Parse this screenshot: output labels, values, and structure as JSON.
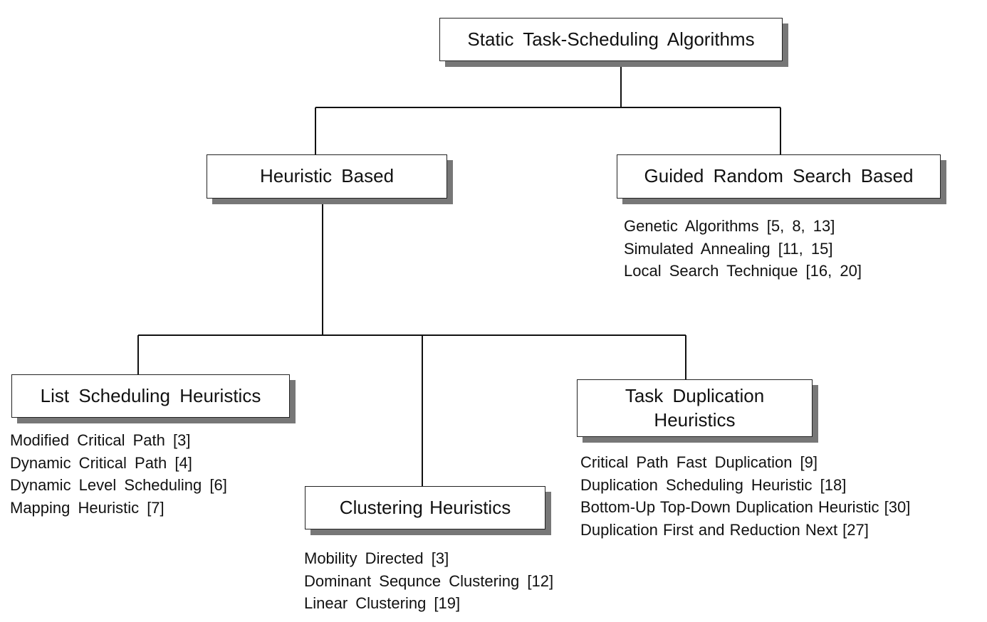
{
  "root": "Static Task-Scheduling Algorithms",
  "heuristic": {
    "label": "Heuristic Based",
    "children": {
      "list_scheduling": {
        "label": "List Scheduling Heuristics",
        "items": [
          "Modified Critical Path [3]",
          "Dynamic Critical Path [4]",
          "Dynamic Level Scheduling [6]",
          "Mapping Heuristic [7]"
        ]
      },
      "clustering": {
        "label": "Clustering Heuristics",
        "items": [
          "Mobility Directed [3]",
          "Dominant Sequnce Clustering [12]",
          "Linear Clustering [19]"
        ]
      },
      "task_duplication": {
        "label_line1": "Task Duplication",
        "label_line2": "Heuristics",
        "items": [
          "Critical Path Fast Duplication [9]",
          "Duplication Scheduling Heuristic [18]",
          "Bottom-Up Top-Down Duplication Heuristic [30]",
          "Duplication First and Reduction Next [27]"
        ]
      }
    }
  },
  "guided": {
    "label": "Guided Random Search Based",
    "items": [
      "Genetic Algorithms [5, 8, 13]",
      "Simulated Annealing [11, 15]",
      "Local Search Technique [16, 20]"
    ]
  },
  "colors": {
    "line": "#111111",
    "shadow": "#777777",
    "box_border": "#222222"
  }
}
